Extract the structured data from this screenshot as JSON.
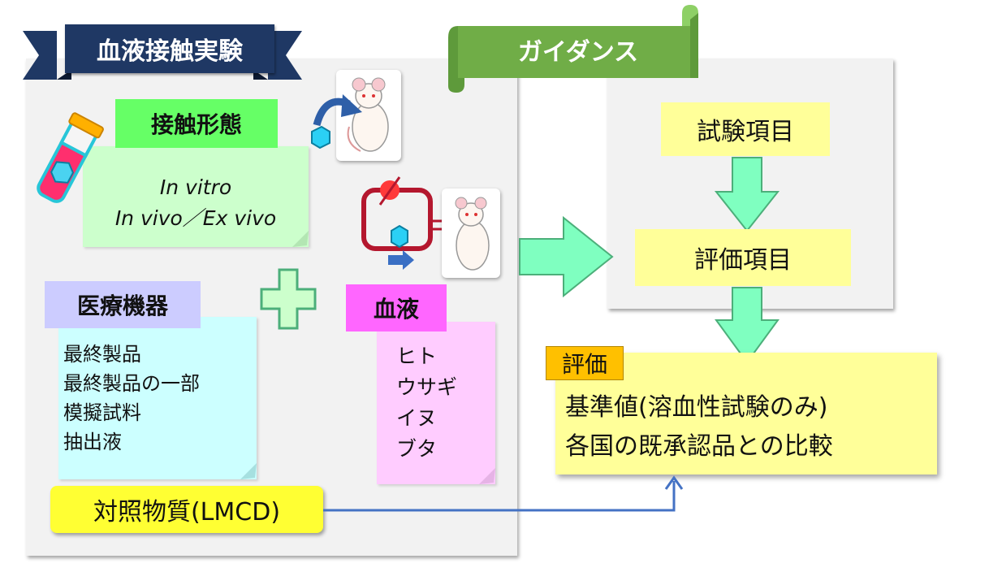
{
  "left_panel": {
    "banner_title": "血液接触実験",
    "contact_form": {
      "title": "接触形態",
      "lines": [
        "In vitro",
        "In vivo／Ex vivo"
      ]
    },
    "medical_device": {
      "title": "医療機器",
      "lines": [
        "最終製品",
        "最終製品の一部",
        "模擬試料",
        "抽出液"
      ]
    },
    "blood": {
      "title": "血液",
      "lines": [
        "ヒト",
        "ウサギ",
        "イヌ",
        "ブタ"
      ]
    },
    "control": "対照物質(LMCD)"
  },
  "right_panel": {
    "scroll_title": "ガイダンス",
    "test_items": "試験項目",
    "eval_items": "評価項目"
  },
  "evaluation": {
    "label": "評価",
    "lines": [
      "基準値(溶血性試験のみ)",
      "各国の既承認品との比較"
    ]
  },
  "colors": {
    "banner": "#1f3864",
    "scroll": "#70ad47",
    "arrow_fill": "#7fffc0",
    "yellow_box": "#ffff99",
    "contact_title_bg": "#66ff66",
    "device_title_bg": "#ccccff",
    "blood_title_bg": "#ff66ff",
    "link_arrow": "#4472c4"
  },
  "icons": [
    "test-tube-icon",
    "mouse-icon",
    "circulation-loop-icon",
    "plus-icon"
  ]
}
